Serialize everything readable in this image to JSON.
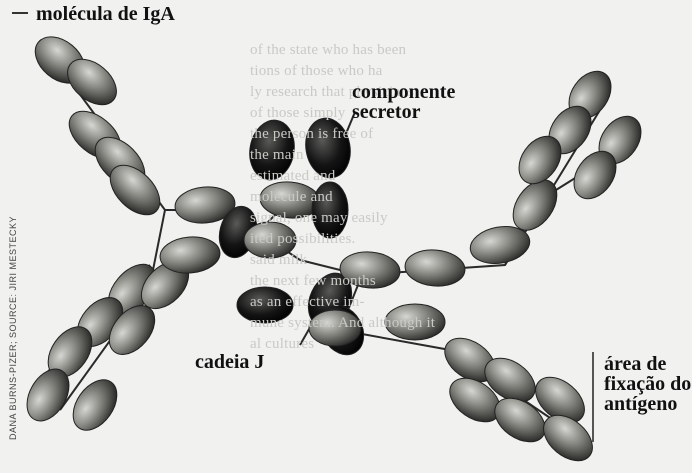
{
  "labels": {
    "iga": "molécula de IgA",
    "secretory": "componente secretor",
    "j_chain": "cadeia J",
    "antigen": "área de fixação do antígeno"
  },
  "credit": "DANA BURNS-PIZER; SOURCE: JIRI MESTECKY",
  "background_text": "of the state who has been\ntions of those who ha\nly research that physicians\nof those simply\nthe person is free of\nthe main\nestimated and\nmolecule and\nsignal, one may easily\nited possibilities.\nsaid milk\nthe next few months\nas an effective im-\nmune system. And although it\nal cultures",
  "colors": {
    "pale_segment": "#8f8f8b",
    "dark_segment": "#1a1a1a",
    "line": "#2a2a2a"
  }
}
